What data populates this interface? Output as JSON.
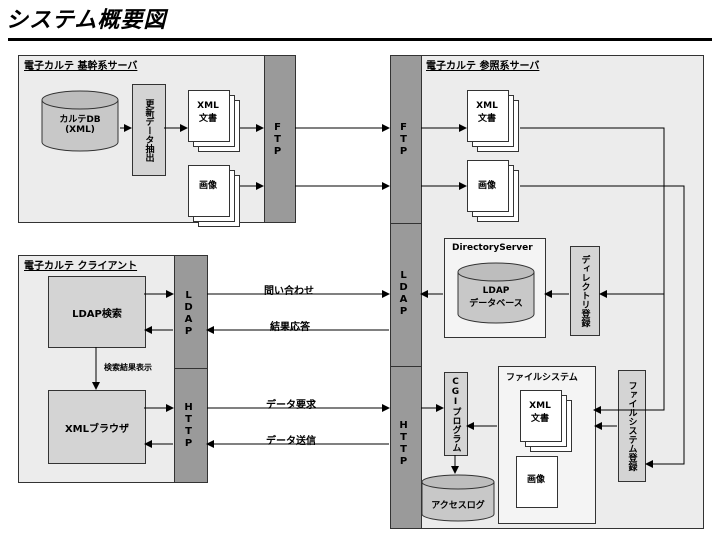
{
  "title": "システム概要図",
  "panels": {
    "main_server": {
      "label": "電子カルテ 基幹系サーバ",
      "db": "カルテDB\n(XML)",
      "extract": "更新データ抽出",
      "xml_doc": "XML\n文書",
      "image": "画像",
      "protocol": "FTP"
    },
    "ref_server": {
      "label": "電子カルテ 参照系サーバ",
      "xml_doc": "XML\n文書",
      "image": "画像",
      "ftp": "FTP",
      "ldap": "LDAP",
      "http": "HTTP",
      "directory_server": "DirectoryServer",
      "ldap_db": "LDAP\nデータベース",
      "directory_register": "ディレクトリ登録",
      "file_system": "ファイルシステム",
      "fs_xml_doc": "XML\n文書",
      "fs_image": "画像",
      "cgi": "CGIプログラム",
      "access_log": "アクセスログ",
      "fs_register": "ファイルシステム登録"
    },
    "client": {
      "label": "電子カルテ クライアント",
      "ldap_search": "LDAP検索",
      "result_display": "検索結果表示",
      "xml_browser": "XMLブラウザ",
      "ldap": "LDAP",
      "http": "HTTP"
    }
  },
  "arrows": {
    "inquiry": "問い合わせ",
    "result": "結果応答",
    "data_request": "データ要求",
    "data_send": "データ送信"
  }
}
